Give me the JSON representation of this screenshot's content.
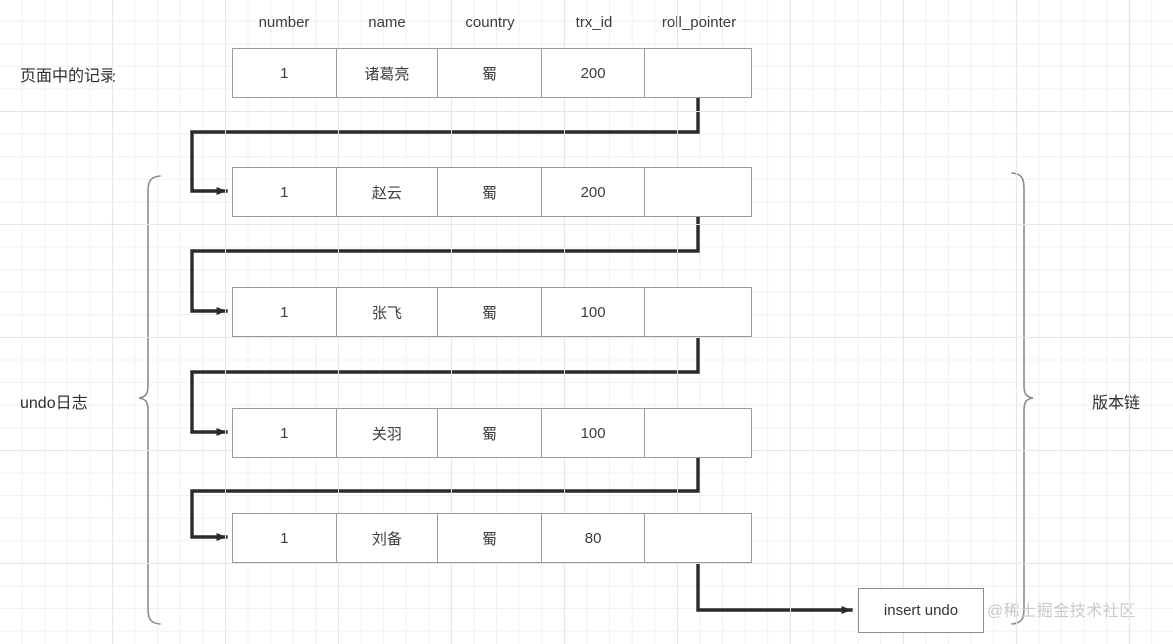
{
  "diagram": {
    "title_label": "页面中的记录",
    "undo_label": "undo日志",
    "version_chain_label": "版本链",
    "insert_undo_label": "insert undo",
    "watermark": "@稀土掘金技术社区",
    "columns": [
      "number",
      "name",
      "country",
      "trx_id",
      "roll_pointer"
    ],
    "rows": [
      {
        "number": "1",
        "name": "诸葛亮",
        "country": "蜀",
        "trx_id": "200",
        "roll_pointer": ""
      },
      {
        "number": "1",
        "name": "赵云",
        "country": "蜀",
        "trx_id": "200",
        "roll_pointer": ""
      },
      {
        "number": "1",
        "name": "张飞",
        "country": "蜀",
        "trx_id": "100",
        "roll_pointer": ""
      },
      {
        "number": "1",
        "name": "关羽",
        "country": "蜀",
        "trx_id": "100",
        "roll_pointer": ""
      },
      {
        "number": "1",
        "name": "刘备",
        "country": "蜀",
        "trx_id": "80",
        "roll_pointer": ""
      }
    ],
    "colors": {
      "line": "#2b2b2b",
      "box_border": "#9a9a9a",
      "brace": "#8c8c8c",
      "grid": "#ececf0",
      "text": "#333333",
      "watermark": "#c9c9c9"
    }
  }
}
